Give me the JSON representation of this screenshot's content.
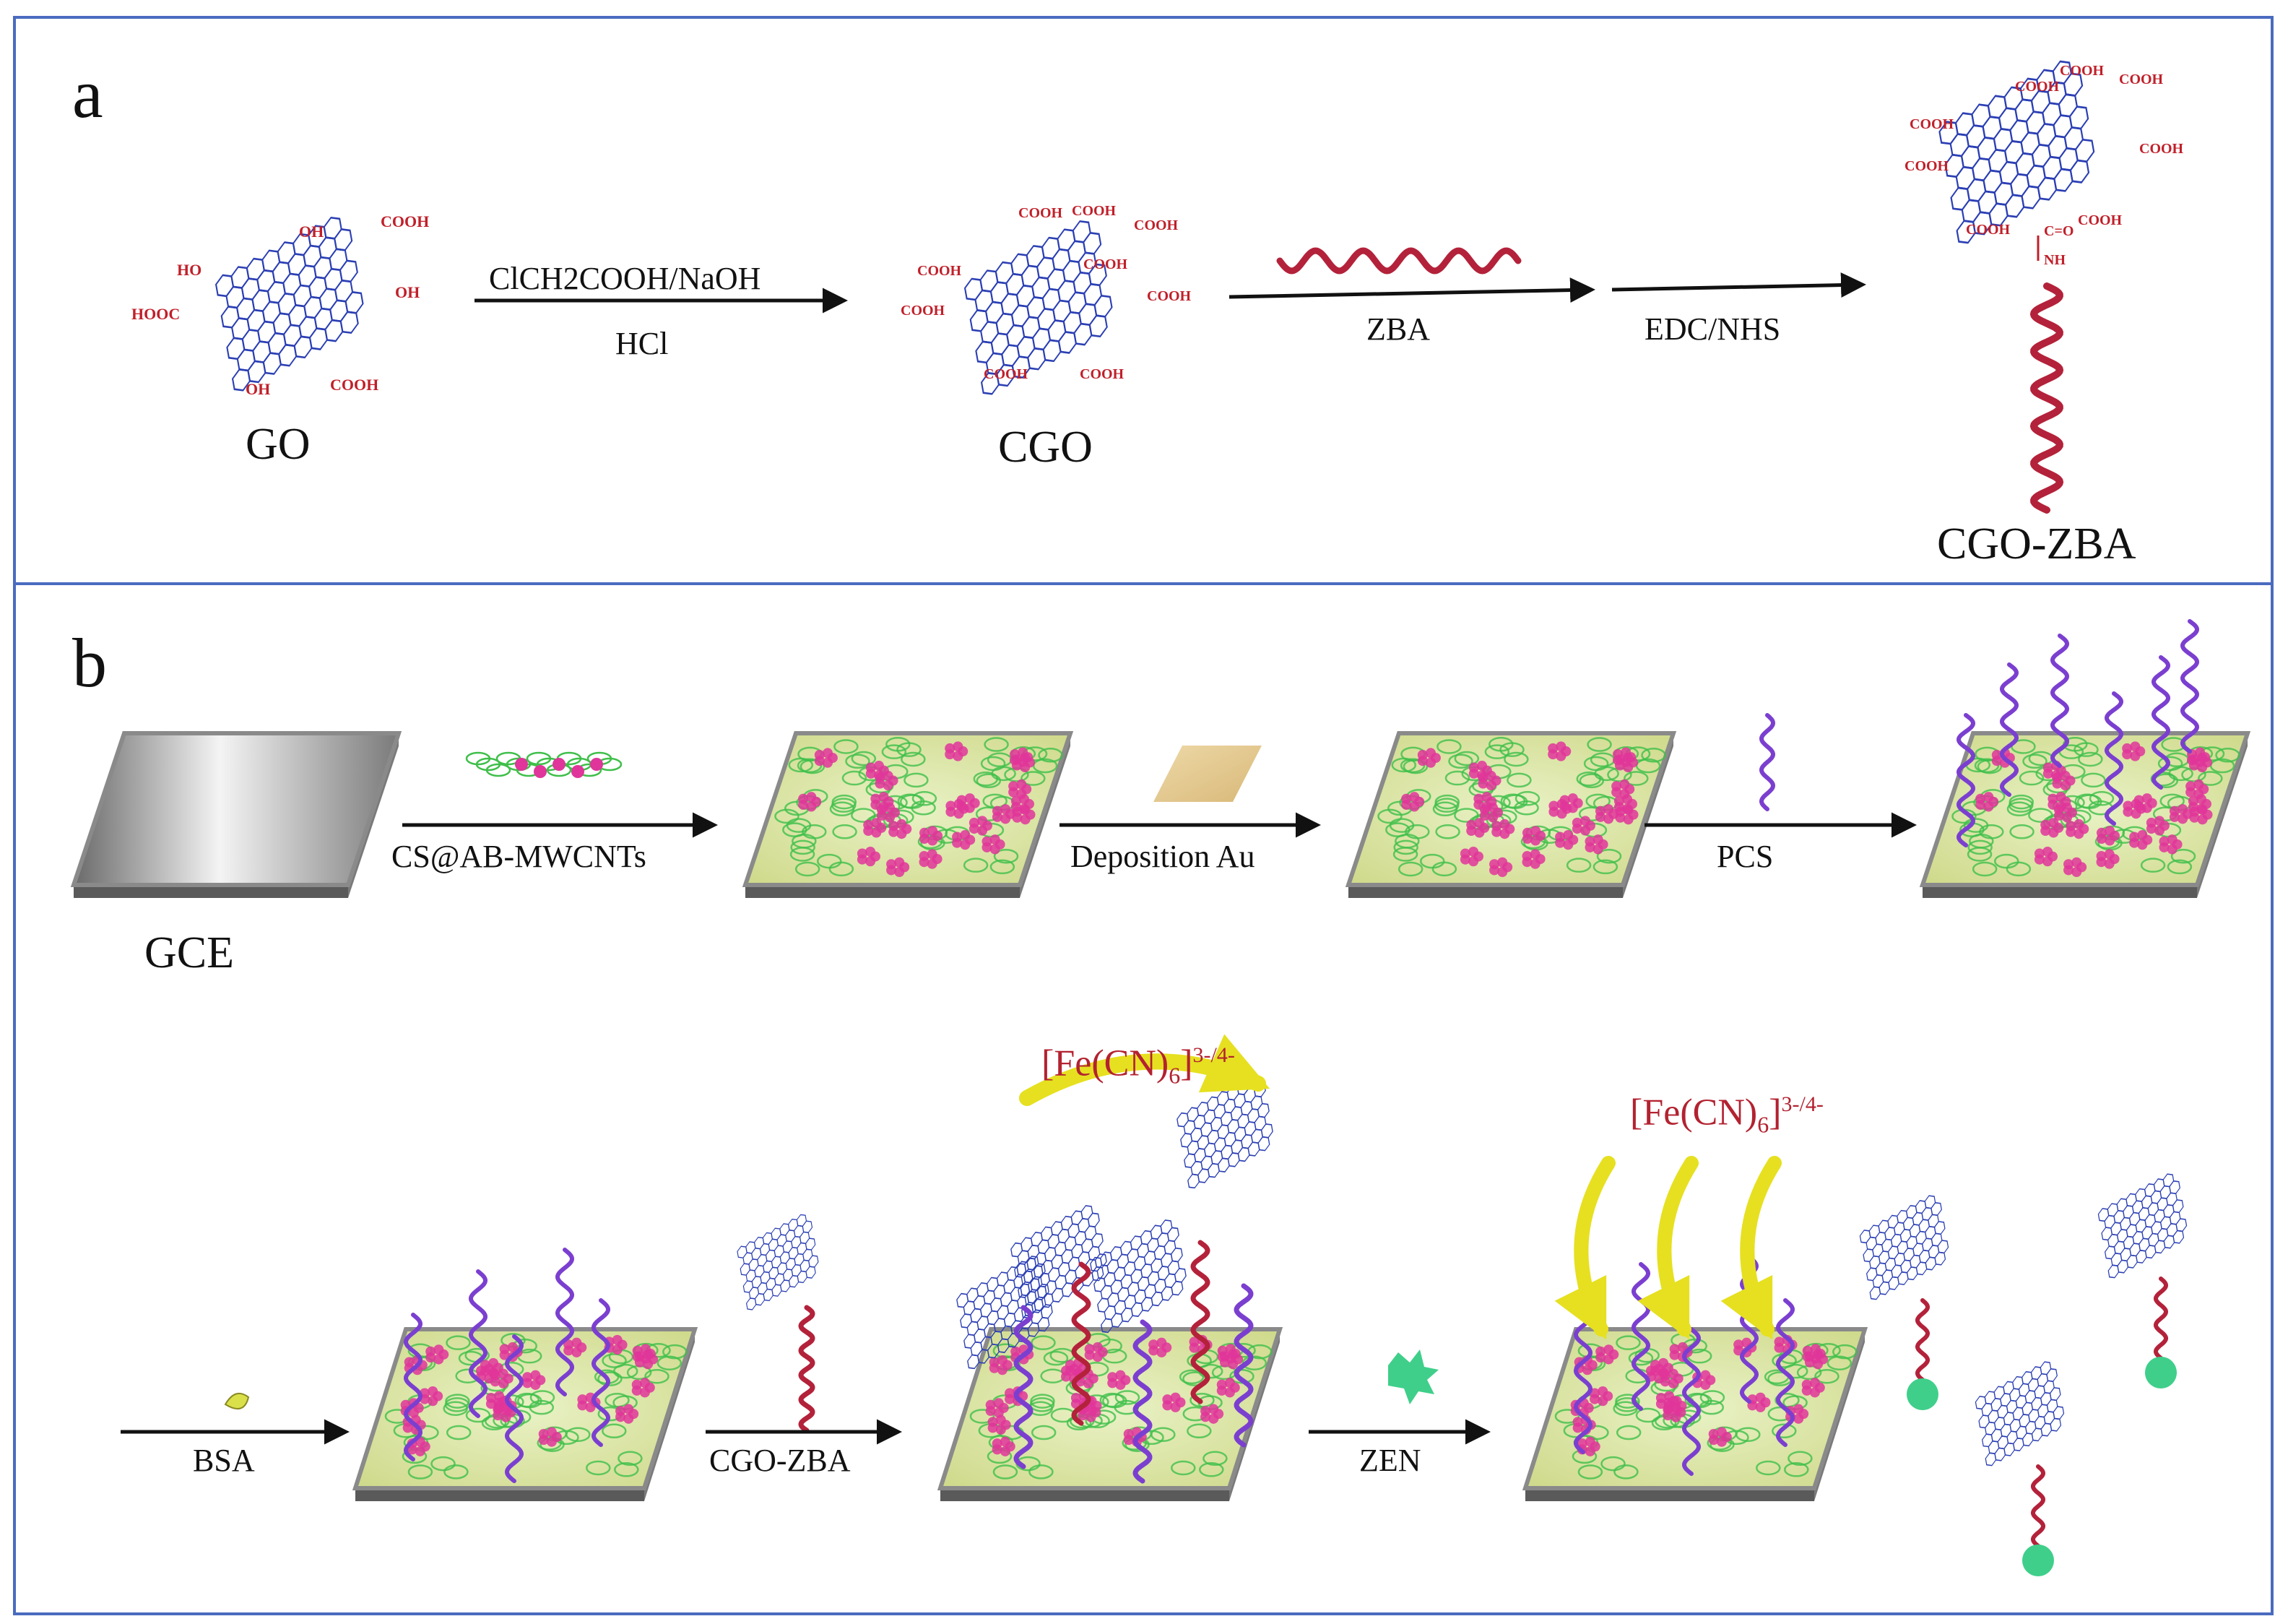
{
  "panel_a": {
    "label": "a",
    "molecules": {
      "go": "GO",
      "cgo": "CGO",
      "cgo_zba": "CGO-ZBA"
    },
    "reagents": {
      "step1_top": "ClCH2COOH/NaOH",
      "step1_bottom": "HCl",
      "step2": "ZBA",
      "step3": "EDC/NHS"
    },
    "groups": {
      "oh": "OH",
      "cooh": "COOH",
      "hooc": "HOOC",
      "ho": "HO",
      "co": "C=O",
      "nh": "NH"
    }
  },
  "panel_b": {
    "label": "b",
    "electrode": "GCE",
    "steps": {
      "s1": "CS@AB-MWCNTs",
      "s2": "Deposition Au",
      "s3": "PCS",
      "s4": "BSA",
      "s5": "CGO-ZBA",
      "s6": "ZEN"
    },
    "probe": {
      "main": "[Fe(CN)",
      "sub": "6",
      "close": "]",
      "sup": "3-/4-"
    }
  },
  "colors": {
    "frame": "#4a6bbf",
    "graphene": "#2b3fb3",
    "functional_group": "#c0202a",
    "aptamer_red": "#b3223a",
    "aptamer_purple": "#7b3fd0",
    "cnt_green": "#3fbf4a",
    "nanoparticle_pink": "#e0359a",
    "arrow_yellow": "#e6e020",
    "electrode_gray": "#9a9a9a"
  }
}
